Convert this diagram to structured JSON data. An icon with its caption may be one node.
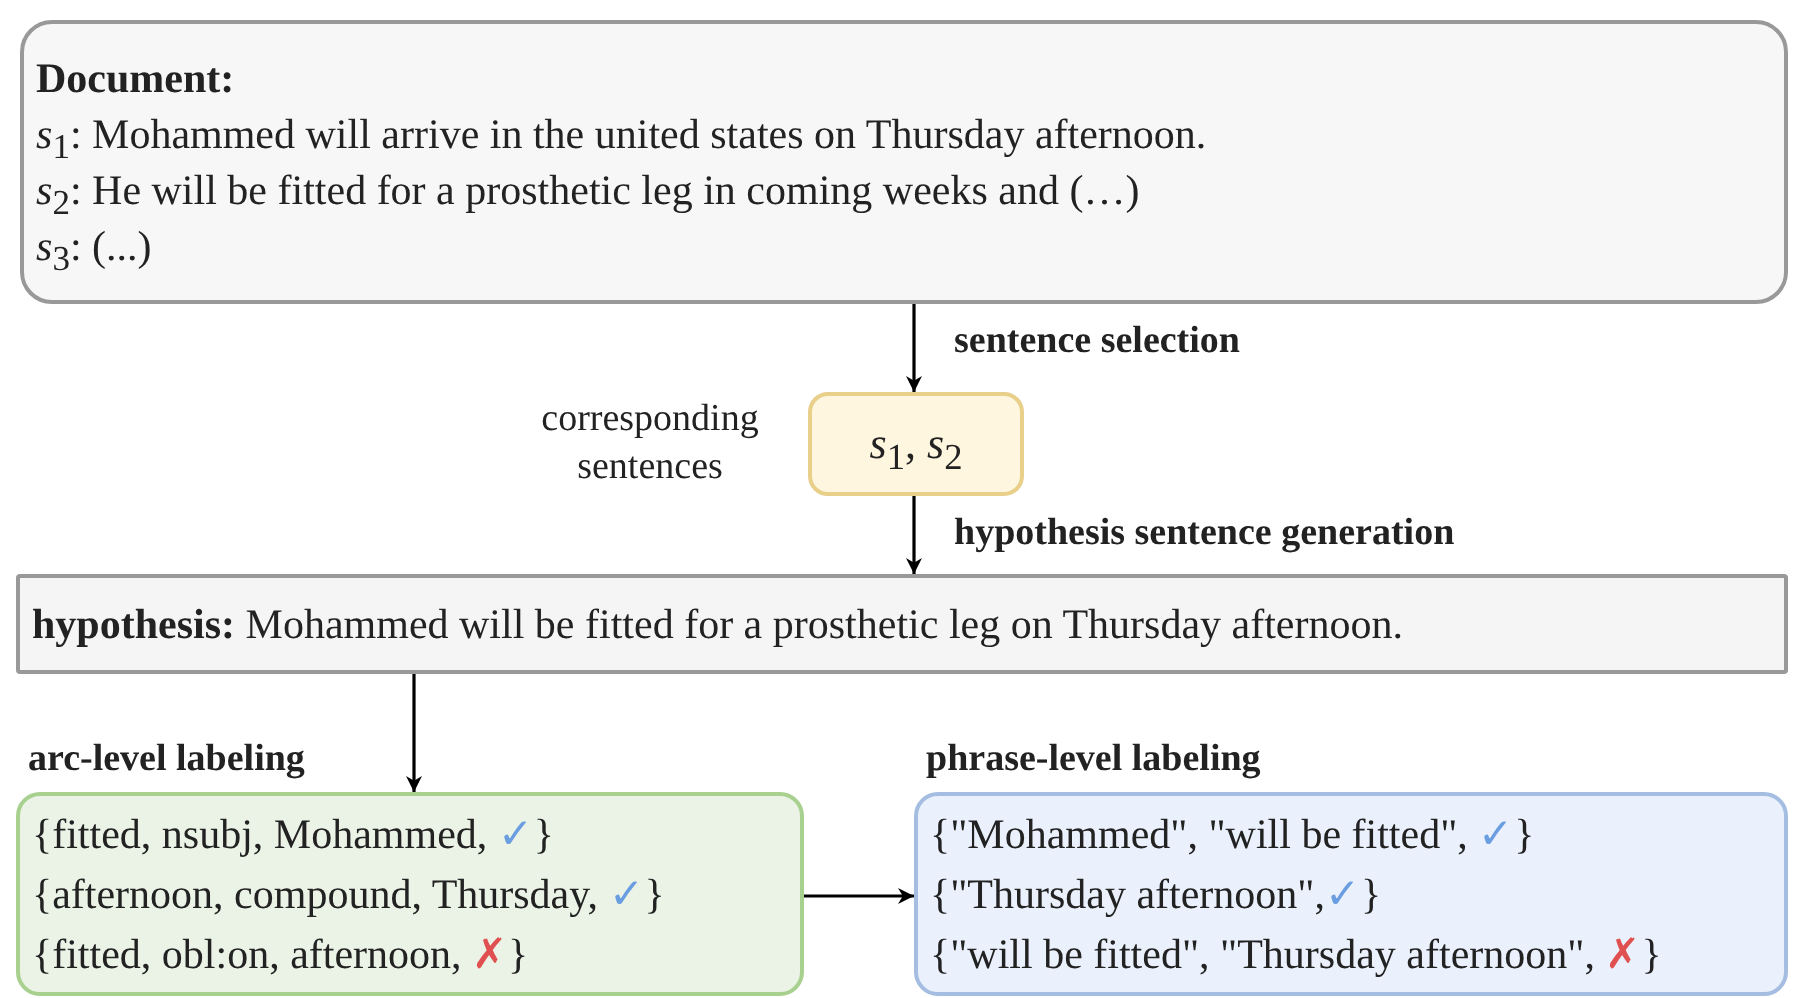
{
  "diagram": {
    "nodes": [
      {
        "text": [
          "Document:",
          "*s*$_{1}$: Mohammed will arrive in the united states on Thursday afternoon.",
          "*s*$_{2}$: He will be fitted for a prosthetic leg in coming weeks and (…)",
          "*s*$_{3}$: (...)"
        ]
      },
      {
        "text": [
          "*s*$_{1}$, *s*$_{2}$"
        ],
        "beside": [
          "corresponding sentences"
        ]
      },
      {
        "text": [
          "**hypothesis:** Mohammed will be fitted for a prosthetic leg on Thursday afternoon."
        ]
      },
      {
        "text": [
          "arc-level labeling",
          "{fitted, nsubj, Mohammed, ✓}",
          "{afternoon, compound, Thursday, ✓}",
          "{fitted, obl:on, afternoon, ✗}"
        ]
      },
      {
        "text": [
          "phrase-level labeling",
          "{\"Mohammed\", \"will be fitted\", ✓}",
          "{\"Thursday afternoon\",✓}",
          "{\"will be fitted\", \"Thursday afternoon\", ✗}"
        ]
      }
    ],
    "edges": [
      {
        "from": 0,
        "to": 1,
        "arrow": "to",
        "label": "sentence selection"
      },
      {
        "from": 1,
        "to": 2,
        "arrow": "to",
        "label": "hypothesis sentence generation"
      },
      {
        "from": 2,
        "to": 3,
        "arrow": "to"
      },
      {
        "from": 3,
        "to": 4,
        "arrow": "to"
      }
    ]
  }
}
